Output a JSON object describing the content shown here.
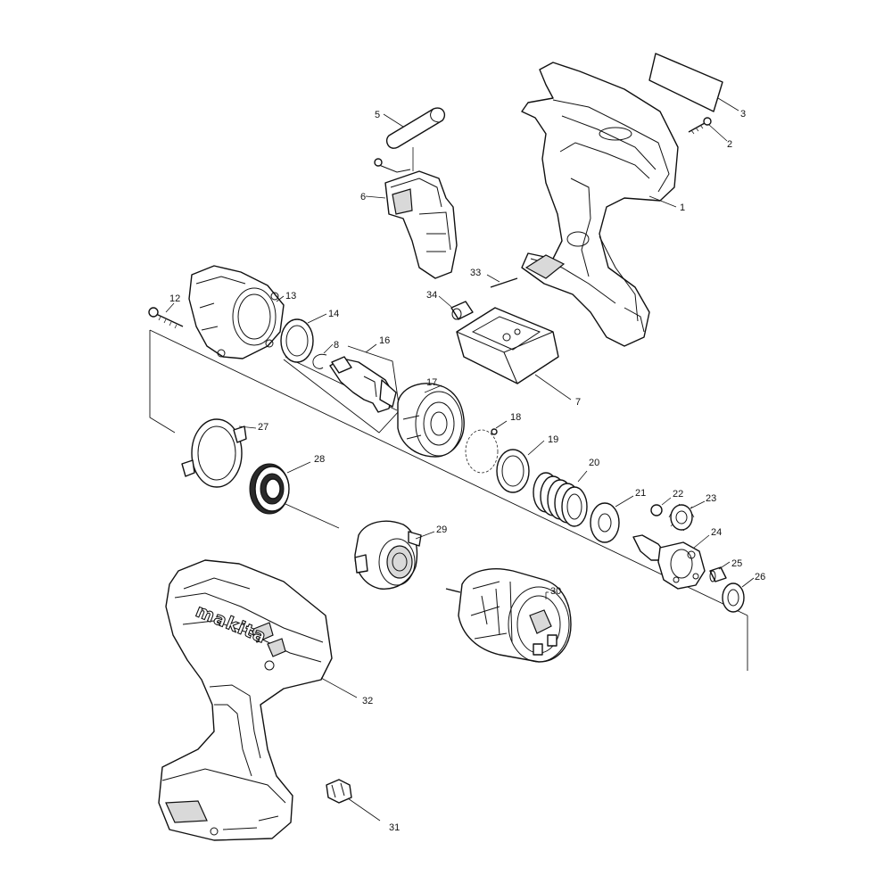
{
  "callouts": [
    "1",
    "2",
    "3",
    "5",
    "6",
    "7",
    "33",
    "34",
    "12",
    "13",
    "14",
    "8",
    "16",
    "17",
    "18",
    "19",
    "20",
    "21",
    "22",
    "23",
    "24",
    "25",
    "26",
    "27",
    "28",
    "29",
    "30",
    "31",
    "32"
  ],
  "brand": "makita"
}
